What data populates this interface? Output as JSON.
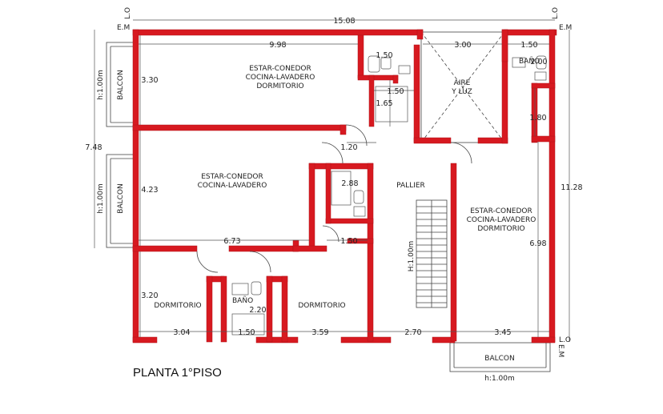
{
  "title": "PLANTA 1°PISO",
  "markers": {
    "em": "E.M",
    "lo": "L.O"
  },
  "rooms": {
    "unit_top": [
      "ESTAR-CONEDOR",
      "COCINA-LAVADERO",
      "DORMITORIO"
    ],
    "unit_mid": [
      "ESTAR-CONEDOR",
      "COCINA-LAVADERO"
    ],
    "unit_right": [
      "ESTAR-CONEDOR",
      "COCINA-LAVADERO",
      "DORMITORIO"
    ],
    "aire_luz": [
      "AIRE",
      "Y LUZ"
    ],
    "pallier": "PALLIER",
    "bano_top": "BAÑO",
    "bano_bottom": "BAÑO",
    "dormitorio_left": "DORMITORIO",
    "dormitorio_right": "DORMITORIO",
    "balcon_top": "BALCON",
    "balcon_mid": "BALCON",
    "balcon_bottom": "BALCON"
  },
  "heights": {
    "balcon_top": "h:1.00m",
    "balcon_mid": "h:1.00m",
    "balcon_bottom": "h:1.00m",
    "stair": "H:1.00m"
  },
  "dimensions": {
    "total_width": "15.08",
    "total_depth_left": "7.48",
    "total_depth_right": "11.28",
    "top_unit_width": "9.98",
    "aire_width": "3.00",
    "bano_top_width": "1.50",
    "bano_top_depth": "2.00",
    "top_bath_1_50": "1.50",
    "top_bath_1_50b": "1.50",
    "top_bath_1_65": "1.65",
    "top_unit_depth": "3.30",
    "right_1_80": "1.80",
    "hall_1_20": "1.20",
    "mid_unit_depth": "4.23",
    "mid_bath_2_88": "2.88",
    "mid_unit_width": "6.73",
    "mid_bath_1_50": "1.50",
    "right_unit_depth": "6.98",
    "dorm_depth": "3.20",
    "bano_depth": "2.20",
    "bottom_3_04": "3.04",
    "bottom_1_50": "1.50",
    "bottom_3_59": "3.59",
    "bottom_2_70": "2.70",
    "bottom_3_45": "3.45"
  }
}
